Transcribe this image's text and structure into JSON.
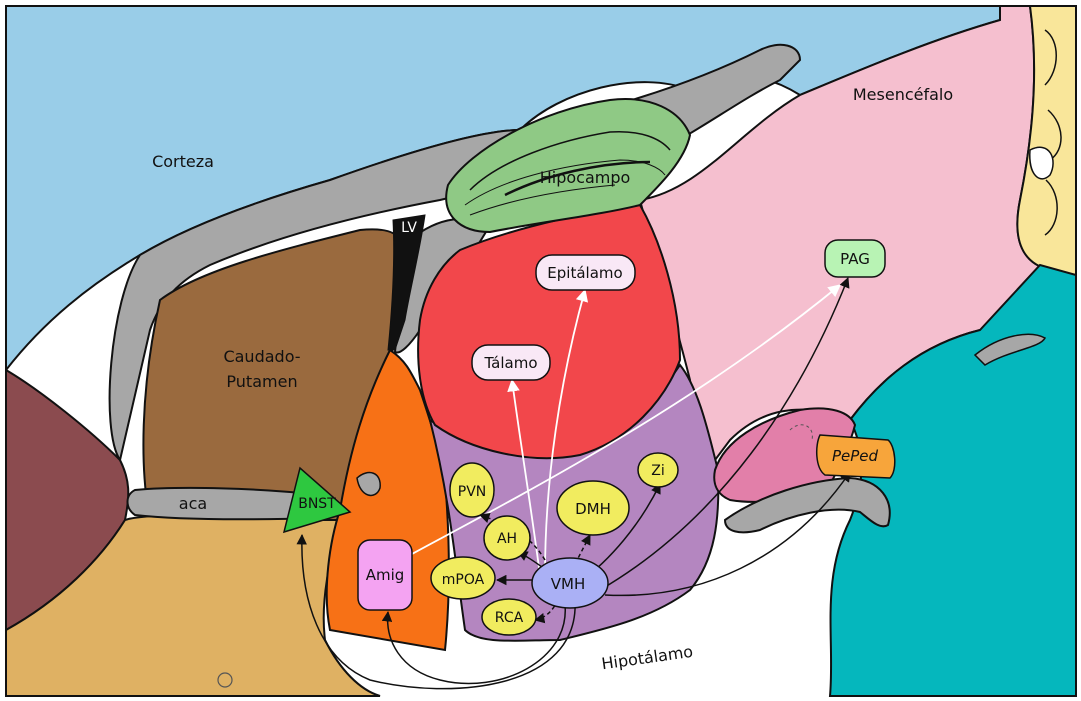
{
  "regions": {
    "corteza": "Corteza",
    "mesencefalo": "Mesencéfalo",
    "hipocampo": "Hipocampo",
    "lv": "LV",
    "caudado_line1": "Caudado-",
    "caudado_line2": "Putamen",
    "aca": "aca",
    "hipotalamo": "Hipotálamo"
  },
  "nuclei": {
    "bnst": "BNST",
    "amig": "Amig",
    "talamo": "Tálamo",
    "epitalamo": "Epitálamo",
    "pag": "PAG",
    "peped": "PePed",
    "pvn": "PVN",
    "dmh": "DMH",
    "zi": "Zi",
    "ah": "AH",
    "mpoa": "mPOA",
    "vmh": "VMH",
    "rca": "RCA"
  },
  "colors": {
    "corteza": "#99cde8",
    "mesencefalo": "#f5bfcf",
    "hipocampo": "#8fc985",
    "talamo_region": "#f2474b",
    "caudado": "#9a6a3e",
    "hipotalamo_region": "#b486c0",
    "amigdala_region": "#f77116",
    "teal": "#05b7bd",
    "cerebelo": "#f9e69a",
    "gray": "#a7a7a7",
    "bnst": "#2ec840",
    "hyp_nuclei": "#f1ec5f",
    "vmh": "#aab0f5",
    "pag": "#b8f3b4",
    "peped": "#f7a53b",
    "amig": "#f4a3f2"
  }
}
